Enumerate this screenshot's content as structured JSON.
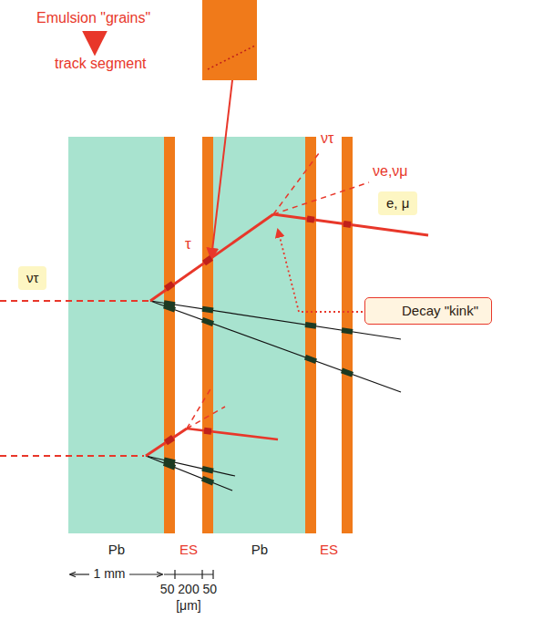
{
  "diagram": {
    "nodes": [
      {
        "text": [
          "ντ"
        ]
      },
      {
        "text": [
          "e, μ"
        ]
      },
      {
        "text": [
          "Decay \"kink\""
        ]
      }
    ],
    "labels": [
      "Emulsion \"grains\"",
      "track segment",
      "ντ",
      "νe,νμ",
      "τ",
      "Pb",
      "ES",
      "Pb",
      "ES",
      "1 mm",
      "50 200 50",
      "[μm]"
    ]
  }
}
